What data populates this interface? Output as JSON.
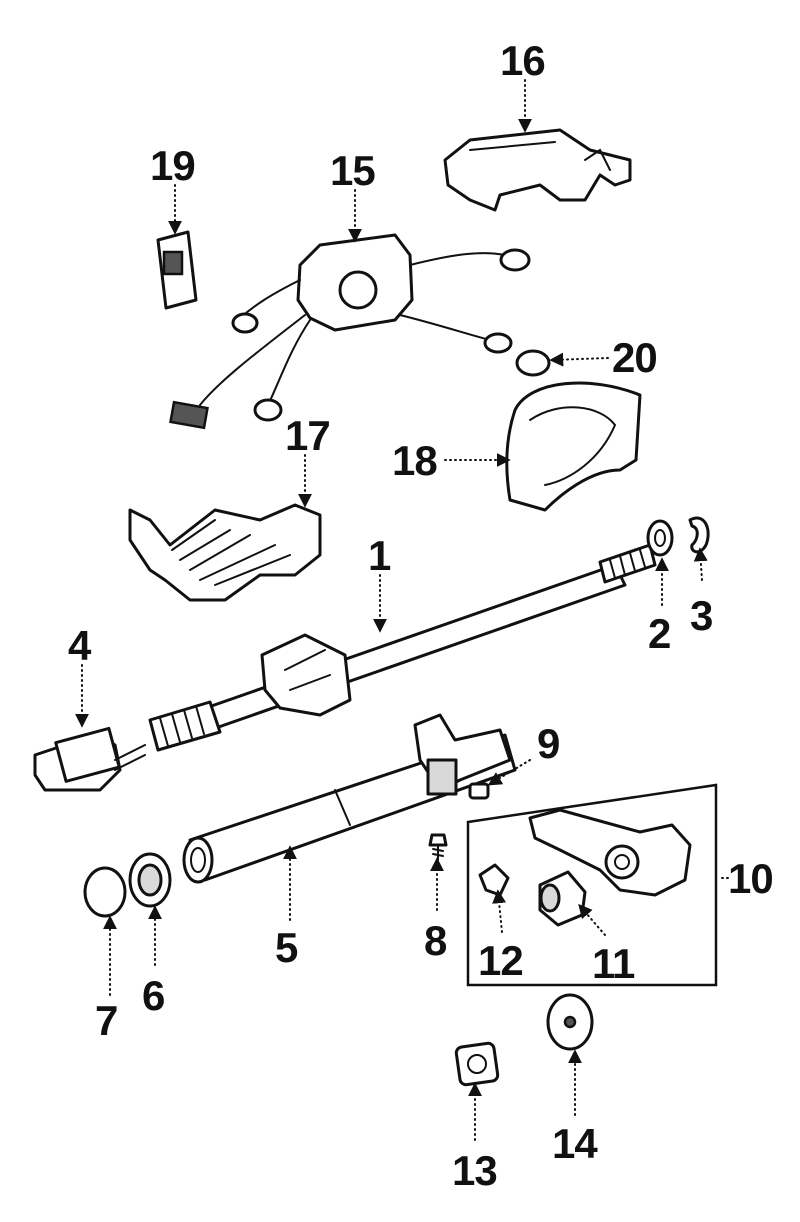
{
  "diagram": {
    "callouts": [
      {
        "id": "1",
        "label": "1"
      },
      {
        "id": "2",
        "label": "2"
      },
      {
        "id": "3",
        "label": "3"
      },
      {
        "id": "4",
        "label": "4"
      },
      {
        "id": "5",
        "label": "5"
      },
      {
        "id": "6",
        "label": "6"
      },
      {
        "id": "7",
        "label": "7"
      },
      {
        "id": "8",
        "label": "8"
      },
      {
        "id": "9",
        "label": "9"
      },
      {
        "id": "10",
        "label": "10"
      },
      {
        "id": "11",
        "label": "11"
      },
      {
        "id": "12",
        "label": "12"
      },
      {
        "id": "13",
        "label": "13"
      },
      {
        "id": "14",
        "label": "14"
      },
      {
        "id": "15",
        "label": "15"
      },
      {
        "id": "16",
        "label": "16"
      },
      {
        "id": "17",
        "label": "17"
      },
      {
        "id": "18",
        "label": "18"
      },
      {
        "id": "19",
        "label": "19"
      },
      {
        "id": "20",
        "label": "20"
      }
    ],
    "colors": {
      "ink": "#111111",
      "paper": "#ffffff",
      "shade": "#d9d9d9"
    }
  }
}
